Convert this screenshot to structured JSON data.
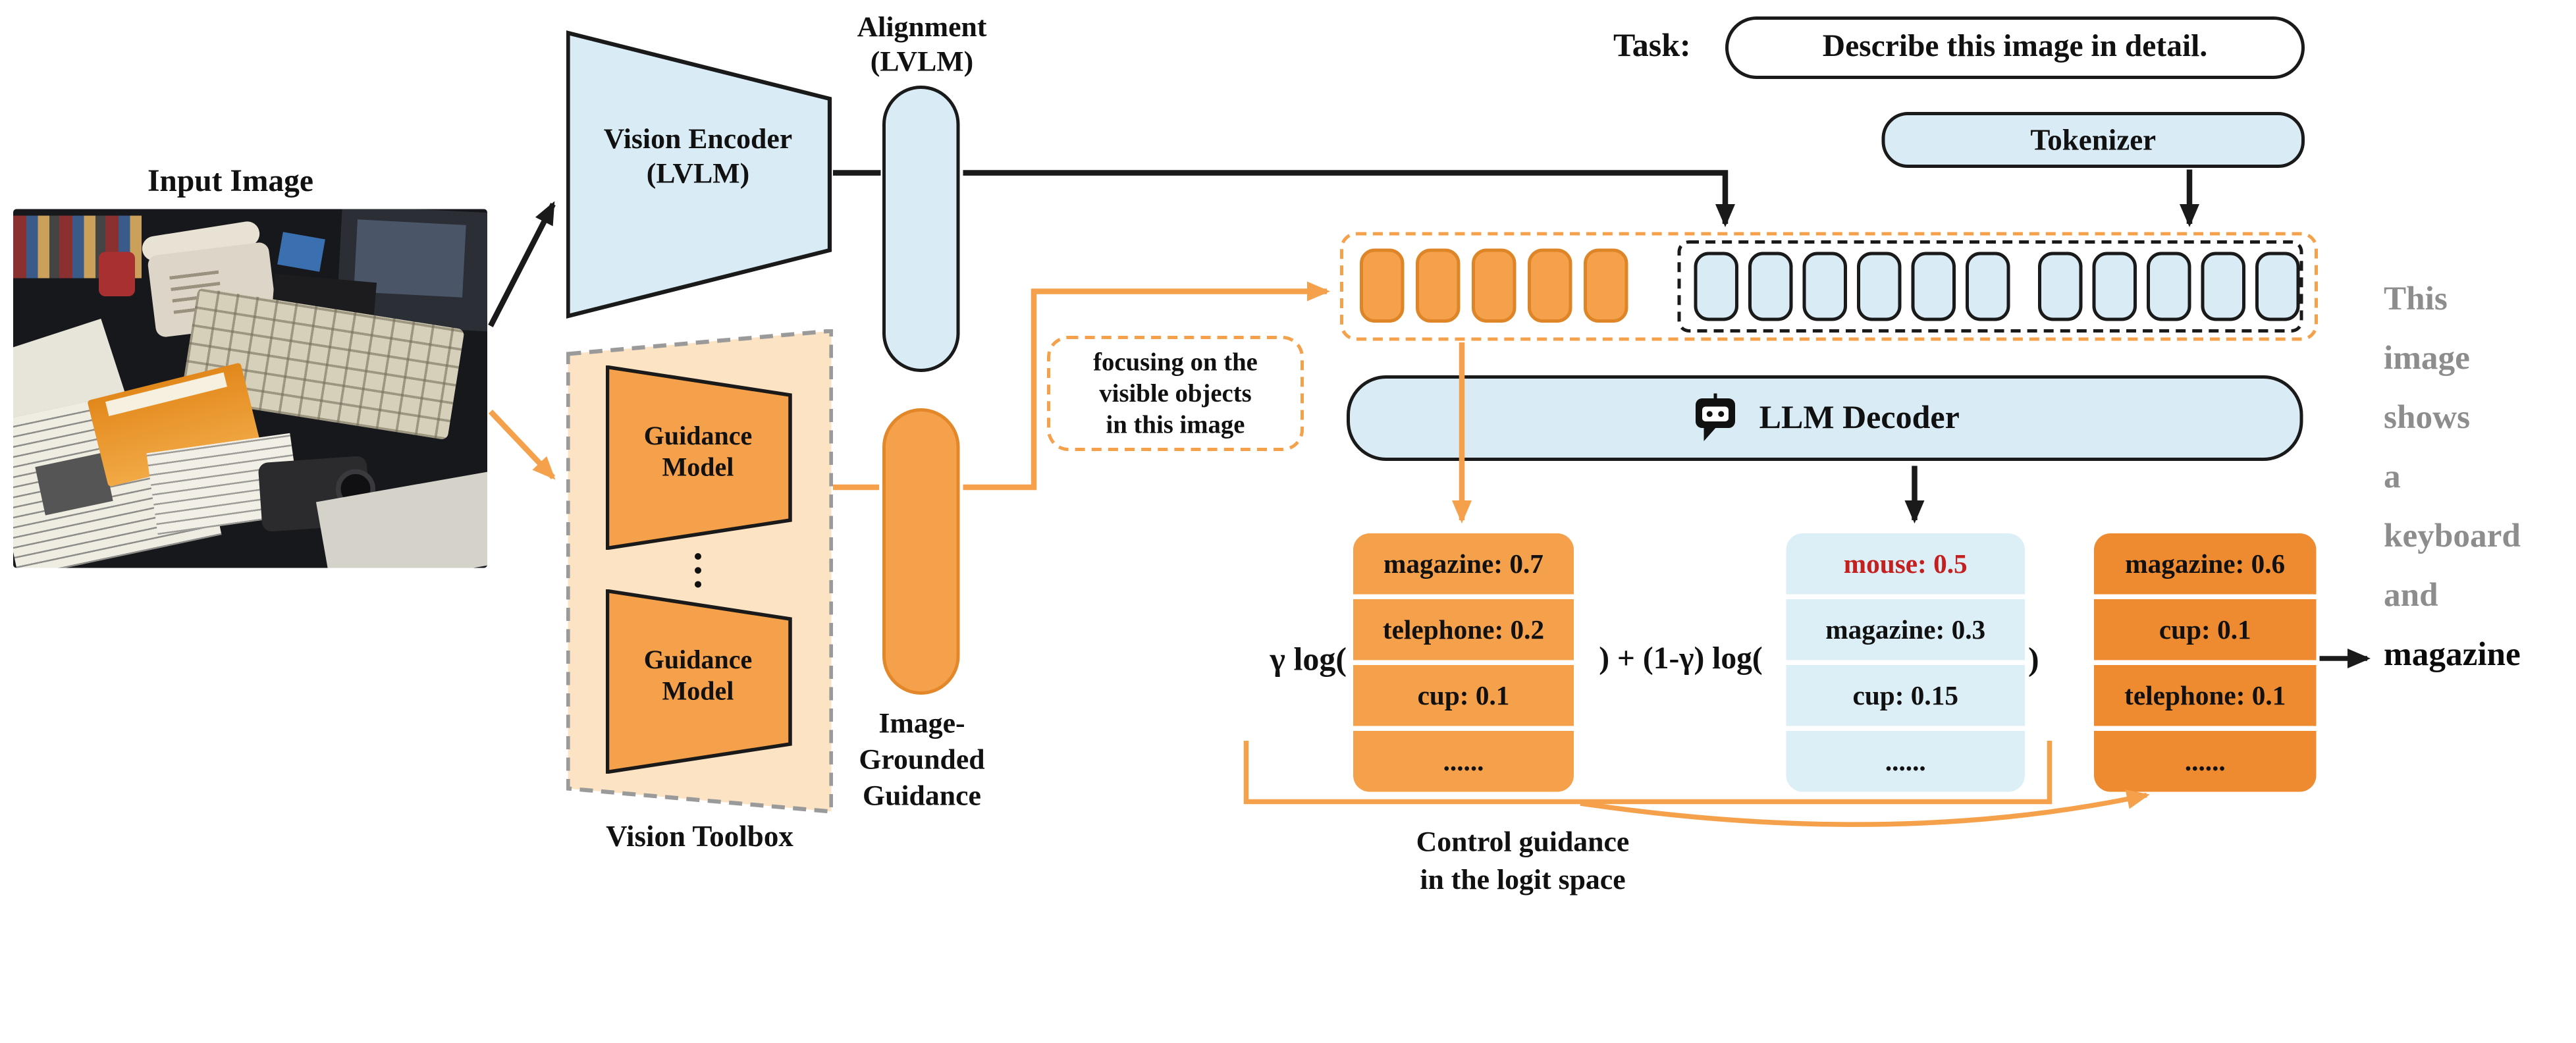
{
  "colors": {
    "light_blue": "#d9ecf5",
    "peach": "#fbe3c3",
    "orange": "#f5a04a",
    "orange_dark": "#ee8a2f",
    "gray_text": "#8d8d8d",
    "red_highlight": "#c4201f",
    "line_black": "#1a1a1a"
  },
  "input": {
    "label": "Input Image"
  },
  "encoder": {
    "lines": [
      "Vision Encoder",
      "(LVLM)"
    ]
  },
  "alignment": {
    "lines": [
      "Alignment",
      "(LVLM)"
    ]
  },
  "toolbox": {
    "label": "Vision Toolbox",
    "guidance_lines": [
      "Guidance",
      "Model"
    ]
  },
  "grounded": {
    "lines": [
      "Image-",
      "Grounded",
      "Guidance"
    ]
  },
  "task": {
    "label": "Task:",
    "prompt": "Describe this image in detail."
  },
  "tokenizer": {
    "label": "Tokenizer"
  },
  "tokens": {
    "guidance_count": 5,
    "text_group1_count": 6,
    "text_group2_count": 5
  },
  "focus_note": {
    "lines": [
      "focusing on the",
      "visible objects",
      "in this image"
    ]
  },
  "decoder": {
    "label": "LLM Decoder"
  },
  "formula": {
    "left": "γ log(",
    "middle": ") + (1-γ) log(",
    "right": ")"
  },
  "tables": {
    "guidance": {
      "rows": [
        "magazine: 0.7",
        "telephone: 0.2",
        "cup: 0.1",
        "......"
      ]
    },
    "llm": {
      "rows": [
        "mouse: 0.5",
        "magazine: 0.3",
        "cup: 0.15",
        "......"
      ],
      "highlight_row": 0
    },
    "combined": {
      "rows": [
        "magazine: 0.6",
        "cup: 0.1",
        "telephone: 0.1",
        "......"
      ]
    }
  },
  "control_note": {
    "lines": [
      "Control guidance",
      "in the logit space"
    ]
  },
  "output": {
    "words": [
      "This",
      "image",
      "shows",
      "a",
      "keyboard",
      "and"
    ],
    "highlight": "magazine"
  }
}
